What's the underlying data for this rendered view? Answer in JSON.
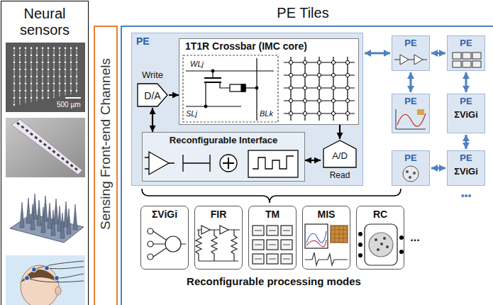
{
  "diagram": {
    "nodes": [
      {
        "text": [
          "Neural sensors"
        ]
      },
      {
        "text": [
          "Sensing Front-end Channels"
        ]
      },
      {
        "text": [
          "PE Tiles"
        ]
      },
      {
        "text": [
          "PE"
        ],
        "in": 2
      },
      {
        "text": [
          "1T1R Crossbar (IMC core)"
        ],
        "in": 3
      },
      {
        "text": [
          "Write",
          "D/A"
        ],
        "in": 3
      },
      {
        "text": [
          "Reconfigurable Interface"
        ],
        "in": 3
      },
      {
        "text": [
          "A/D",
          "Read"
        ],
        "in": 3
      },
      {
        "text": [
          "PE"
        ],
        "in": 2
      },
      {
        "text": [
          "PE"
        ],
        "in": 2
      },
      {
        "text": [
          "PE"
        ],
        "in": 2
      },
      {
        "text": [
          "PE",
          "ΣViGi"
        ],
        "in": 2
      },
      {
        "text": [
          "PE"
        ],
        "in": 2
      },
      {
        "text": [
          "PE",
          "ΣViGi"
        ],
        "in": 2
      },
      {
        "text": [
          "ΣViGi"
        ],
        "in": 2
      },
      {
        "text": [
          "FIR"
        ],
        "in": 2
      },
      {
        "text": [
          "TM"
        ],
        "in": 2
      },
      {
        "text": [
          "MIS"
        ],
        "in": 2
      },
      {
        "text": [
          "RC"
        ],
        "in": 2
      }
    ],
    "edges": [
      {
        "from": 5,
        "to": 4,
        "arrow": "to"
      },
      {
        "from": 5,
        "to": 6,
        "arrow": "both"
      },
      {
        "from": 4,
        "to": 7,
        "arrow": "to"
      },
      {
        "from": 6,
        "to": 7,
        "arrow": "both"
      },
      {
        "from": 3,
        "to": 8,
        "arrow": "both"
      },
      {
        "from": 8,
        "to": 9,
        "arrow": "both"
      },
      {
        "from": 8,
        "to": 10,
        "arrow": "both"
      },
      {
        "from": 9,
        "to": 11,
        "arrow": "both"
      },
      {
        "from": 11,
        "to": 13,
        "arrow": "both"
      },
      {
        "from": 12,
        "to": 13,
        "arrow": "both"
      }
    ],
    "labels": [
      "500 µm",
      "WLj",
      "BLk",
      "SLj",
      "Reconfigurable processing modes",
      "•••",
      "..."
    ]
  }
}
